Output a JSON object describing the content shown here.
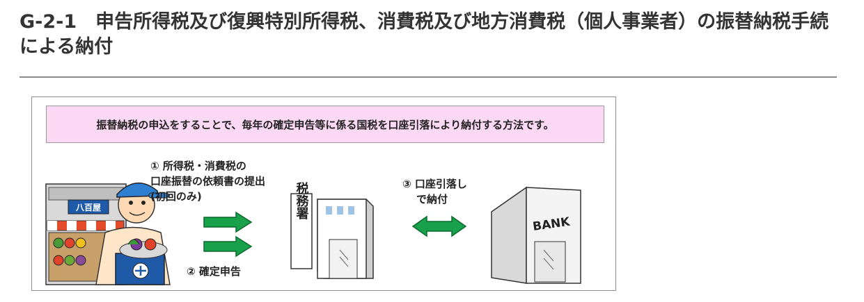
{
  "title": "G-2-1　申告所得税及び復興特別所得税、消費税及び地方消費税（個人事業者）の振替納税手続による納付",
  "diagram": {
    "banner": "振替納税の申込をすることで、毎年の確定申告等に係る国税を口座引落により納付する方法です。",
    "step1_line1": "①  所得税・消費税の",
    "step1_line2": "口座振替の依頼書の提出",
    "step1_line3": "(初回のみ)",
    "step2": "②  確定申告",
    "step3_line1": "③  口座引落し",
    "step3_line2": "で納付",
    "shop_sign": "八百屋",
    "tax_office_label": "税務署",
    "bank_label": "BANK",
    "colors": {
      "arrow": "#19a04a",
      "banner": "#fbd8f3",
      "apron": "#1e5aa8",
      "cap": "#2f7fd0"
    }
  }
}
